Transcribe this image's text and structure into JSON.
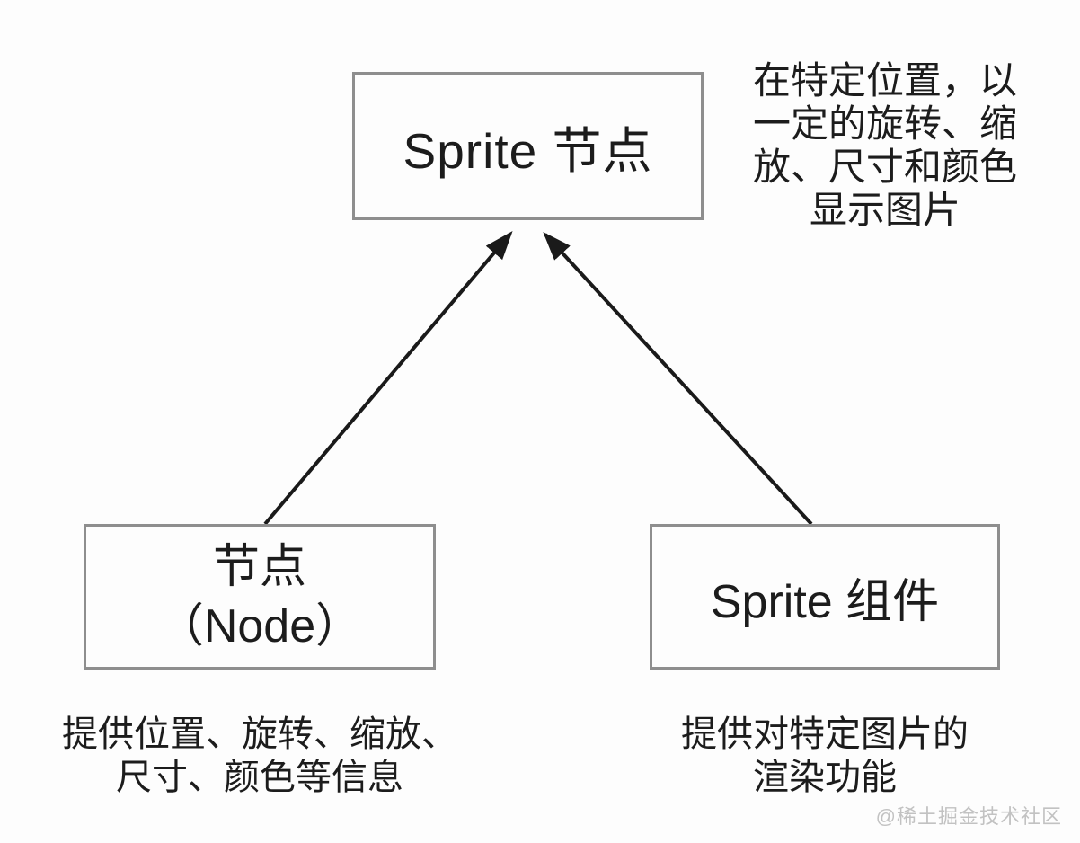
{
  "diagram": {
    "top_box": {
      "label": "Sprite 节点"
    },
    "top_annotation": {
      "lines": [
        "在特定位置，以",
        "一定的旋转、缩",
        "放、尺寸和颜色",
        "显示图片"
      ]
    },
    "left_box": {
      "lines": [
        "节点",
        "（Node）"
      ]
    },
    "right_box": {
      "label": "Sprite 组件"
    },
    "left_caption": {
      "lines": [
        "提供位置、旋转、缩放、",
        "尺寸、颜色等信息"
      ]
    },
    "right_caption": {
      "lines": [
        "提供对特定图片的",
        "渲染功能"
      ]
    },
    "watermark": "@稀土掘金技术社区",
    "colors": {
      "background": "#fdfdfd",
      "box_border": "#8e8e8e",
      "text": "#1c1c1c",
      "arrow": "#1a1a1a",
      "watermark": "#c2c2c2"
    }
  }
}
